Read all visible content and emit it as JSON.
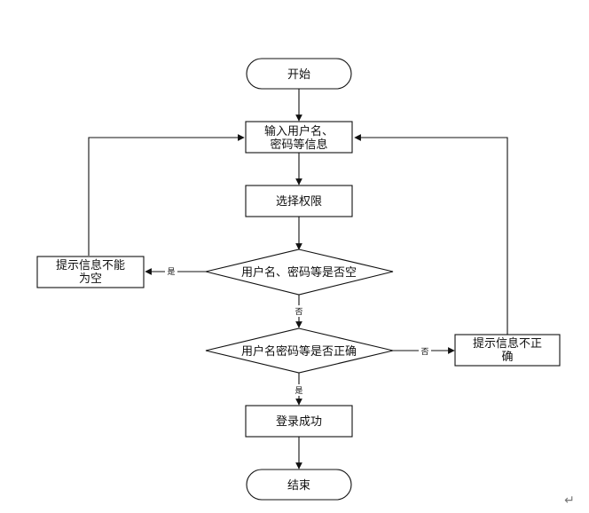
{
  "flowchart": {
    "start": "开始",
    "input": [
      "输入用户名、",
      "密码等信息"
    ],
    "select_role": "选择权限",
    "check_empty": "用户名、密码等是否空",
    "empty_msg": [
      "提示信息不能",
      "为空"
    ],
    "check_correct": "用户名密码等是否正确",
    "incorrect_msg": [
      "提示信息不正",
      "确"
    ],
    "login_success": "登录成功",
    "end": "结束",
    "yes_label": "是",
    "no_label": "否",
    "return_mark": "↵"
  }
}
